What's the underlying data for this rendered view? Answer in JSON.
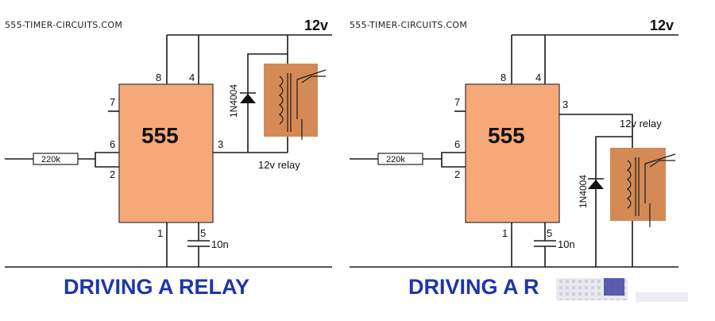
{
  "left": {
    "site": "555-TIMER-CIRCUITS.COM",
    "supply": "12v",
    "chip": "555",
    "pins": {
      "p1": "1",
      "p2": "2",
      "p3": "3",
      "p4": "4",
      "p5": "5",
      "p6": "6",
      "p7": "7",
      "p8": "8"
    },
    "diode": "1N4004",
    "relay": "12v relay",
    "resistor": "220k",
    "capacitor": "10n",
    "title": "DRIVING A RELAY"
  },
  "right": {
    "site": "555-TIMER-CIRCUITS.COM",
    "supply": "12v",
    "chip": "555",
    "pins": {
      "p1": "1",
      "p2": "2",
      "p3": "3",
      "p4": "4",
      "p5": "5",
      "p6": "6",
      "p7": "7",
      "p8": "8"
    },
    "diode": "1N4004",
    "relay": "12v relay",
    "resistor": "220k",
    "capacitor": "10n",
    "title": "DRIVING A R"
  },
  "colors": {
    "chip": "#f6a878",
    "relay": "#d48a55",
    "title": "#1f36a8"
  }
}
